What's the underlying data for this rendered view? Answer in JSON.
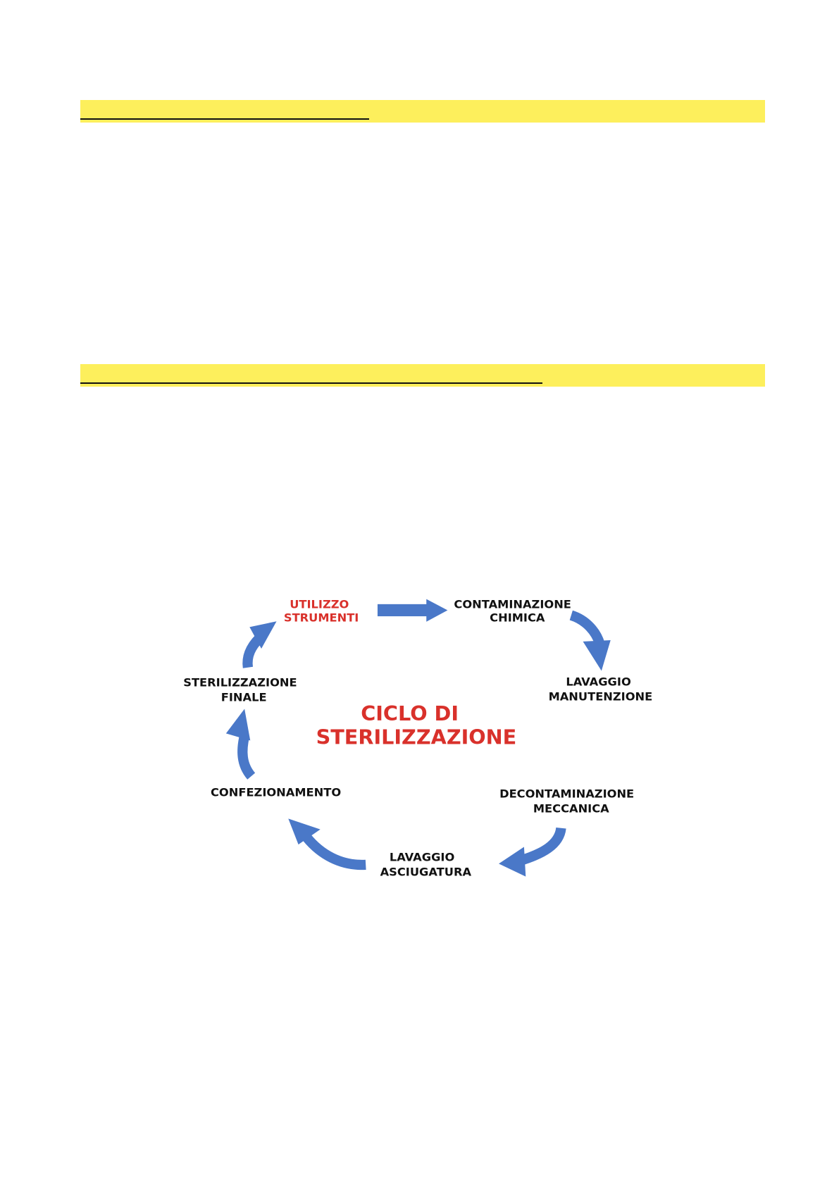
{
  "diagram": {
    "title_line1": "CICLO DI",
    "title_line2": "STERILIZZAZIONE",
    "steps": [
      {
        "line1": "UTILIZZO",
        "line2": "STRUMENTI"
      },
      {
        "line1": "CONTAMINAZIONE",
        "line2": "CHIMICA"
      },
      {
        "line1": "LAVAGGIO",
        "line2": "MANUTENZIONE"
      },
      {
        "line1": "DECONTAMINAZIONE",
        "line2": "MECCANICA"
      },
      {
        "line1": "LAVAGGIO",
        "line2": "ASCIUGATURA"
      },
      {
        "line1": "CONFEZIONAMENTO"
      },
      {
        "line1": "STERILIZZAZIONE",
        "line2": "FINALE"
      }
    ],
    "colors": {
      "arrow": "#4a78c8",
      "accent": "#d9312b",
      "highlight": "#fdef5c"
    }
  }
}
